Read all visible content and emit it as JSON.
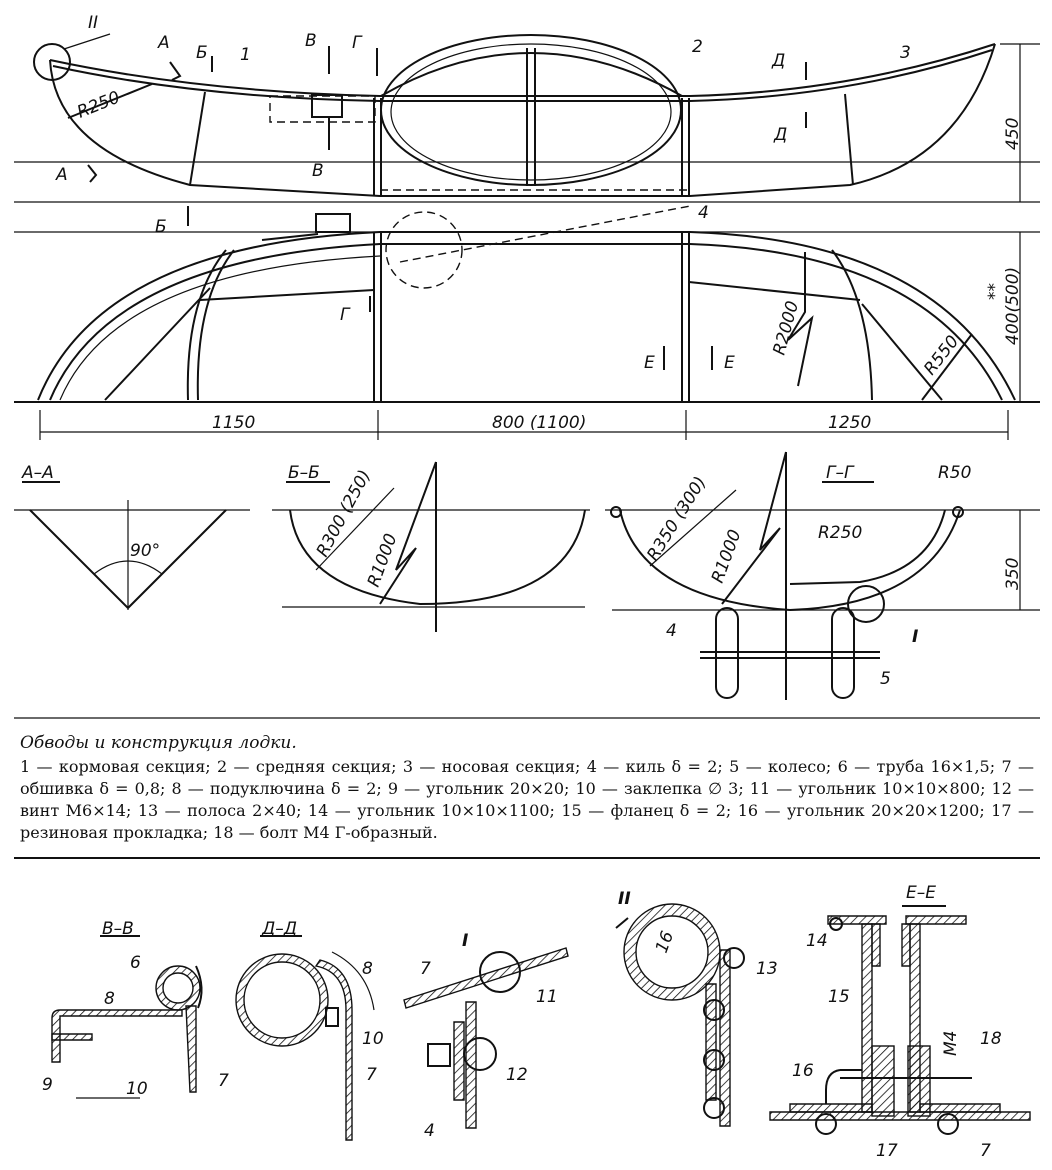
{
  "labels": {
    "ii_mark": "II",
    "r250_top": "R250",
    "sec_a": "А",
    "sec_b": "Б",
    "sec_v": "В",
    "sec_g": "Г",
    "sec_d": "Д",
    "sec_e": "Е",
    "part1": "1",
    "part2": "2",
    "part3": "3",
    "part4": "4",
    "dim_450": "450",
    "dim_400": "400(500)",
    "stars": "**",
    "r2000": "R2000",
    "r550": "R550",
    "dim_1150": "1150",
    "dim_800": "800 (1100)",
    "dim_1250": "1250",
    "aa": "А–А",
    "angle90": "90°",
    "bb": "Б–Б",
    "r300": "R300 (250)",
    "r1000": "R1000",
    "gg": "Г–Г",
    "r50": "R50",
    "r350": "R350 (300)",
    "r250b": "R250",
    "dim_350": "350",
    "roman_i": "I",
    "n4": "4",
    "n5": "5",
    "vv": "В–В",
    "dd": "Д–Д",
    "d_i": "I",
    "d_ii": "II",
    "ee": "Е–Е",
    "n6": "6",
    "n7": "7",
    "n8": "8",
    "n9": "9",
    "n10": "10",
    "n11": "11",
    "n12": "12",
    "n13": "13",
    "n14": "14",
    "n15": "15",
    "n16": "16",
    "n17": "17",
    "n18": "18",
    "m4": "М4",
    "d16": "16"
  },
  "caption": {
    "title": "Обводы и конструкция лодки.",
    "text": "1 — кормовая секция; 2 — средняя секция; 3 — носовая секция; 4 — киль δ = 2; 5 — колесо; 6 — труба 16×1,5; 7 — обшивка δ = 0,8; 8 — подуключина δ = 2; 9 — угольник 20×20; 10 — заклепка ∅ 3; 11 — угольник 10×10×800; 12 — винт М6×14; 13 — полоса 2×40; 14 — угольник 10×10×1100; 15 — фланец δ = 2; 16 — угольник 20×20×1200; 17 — резиновая прокладка; 18 — болт М4 Г-образный."
  }
}
